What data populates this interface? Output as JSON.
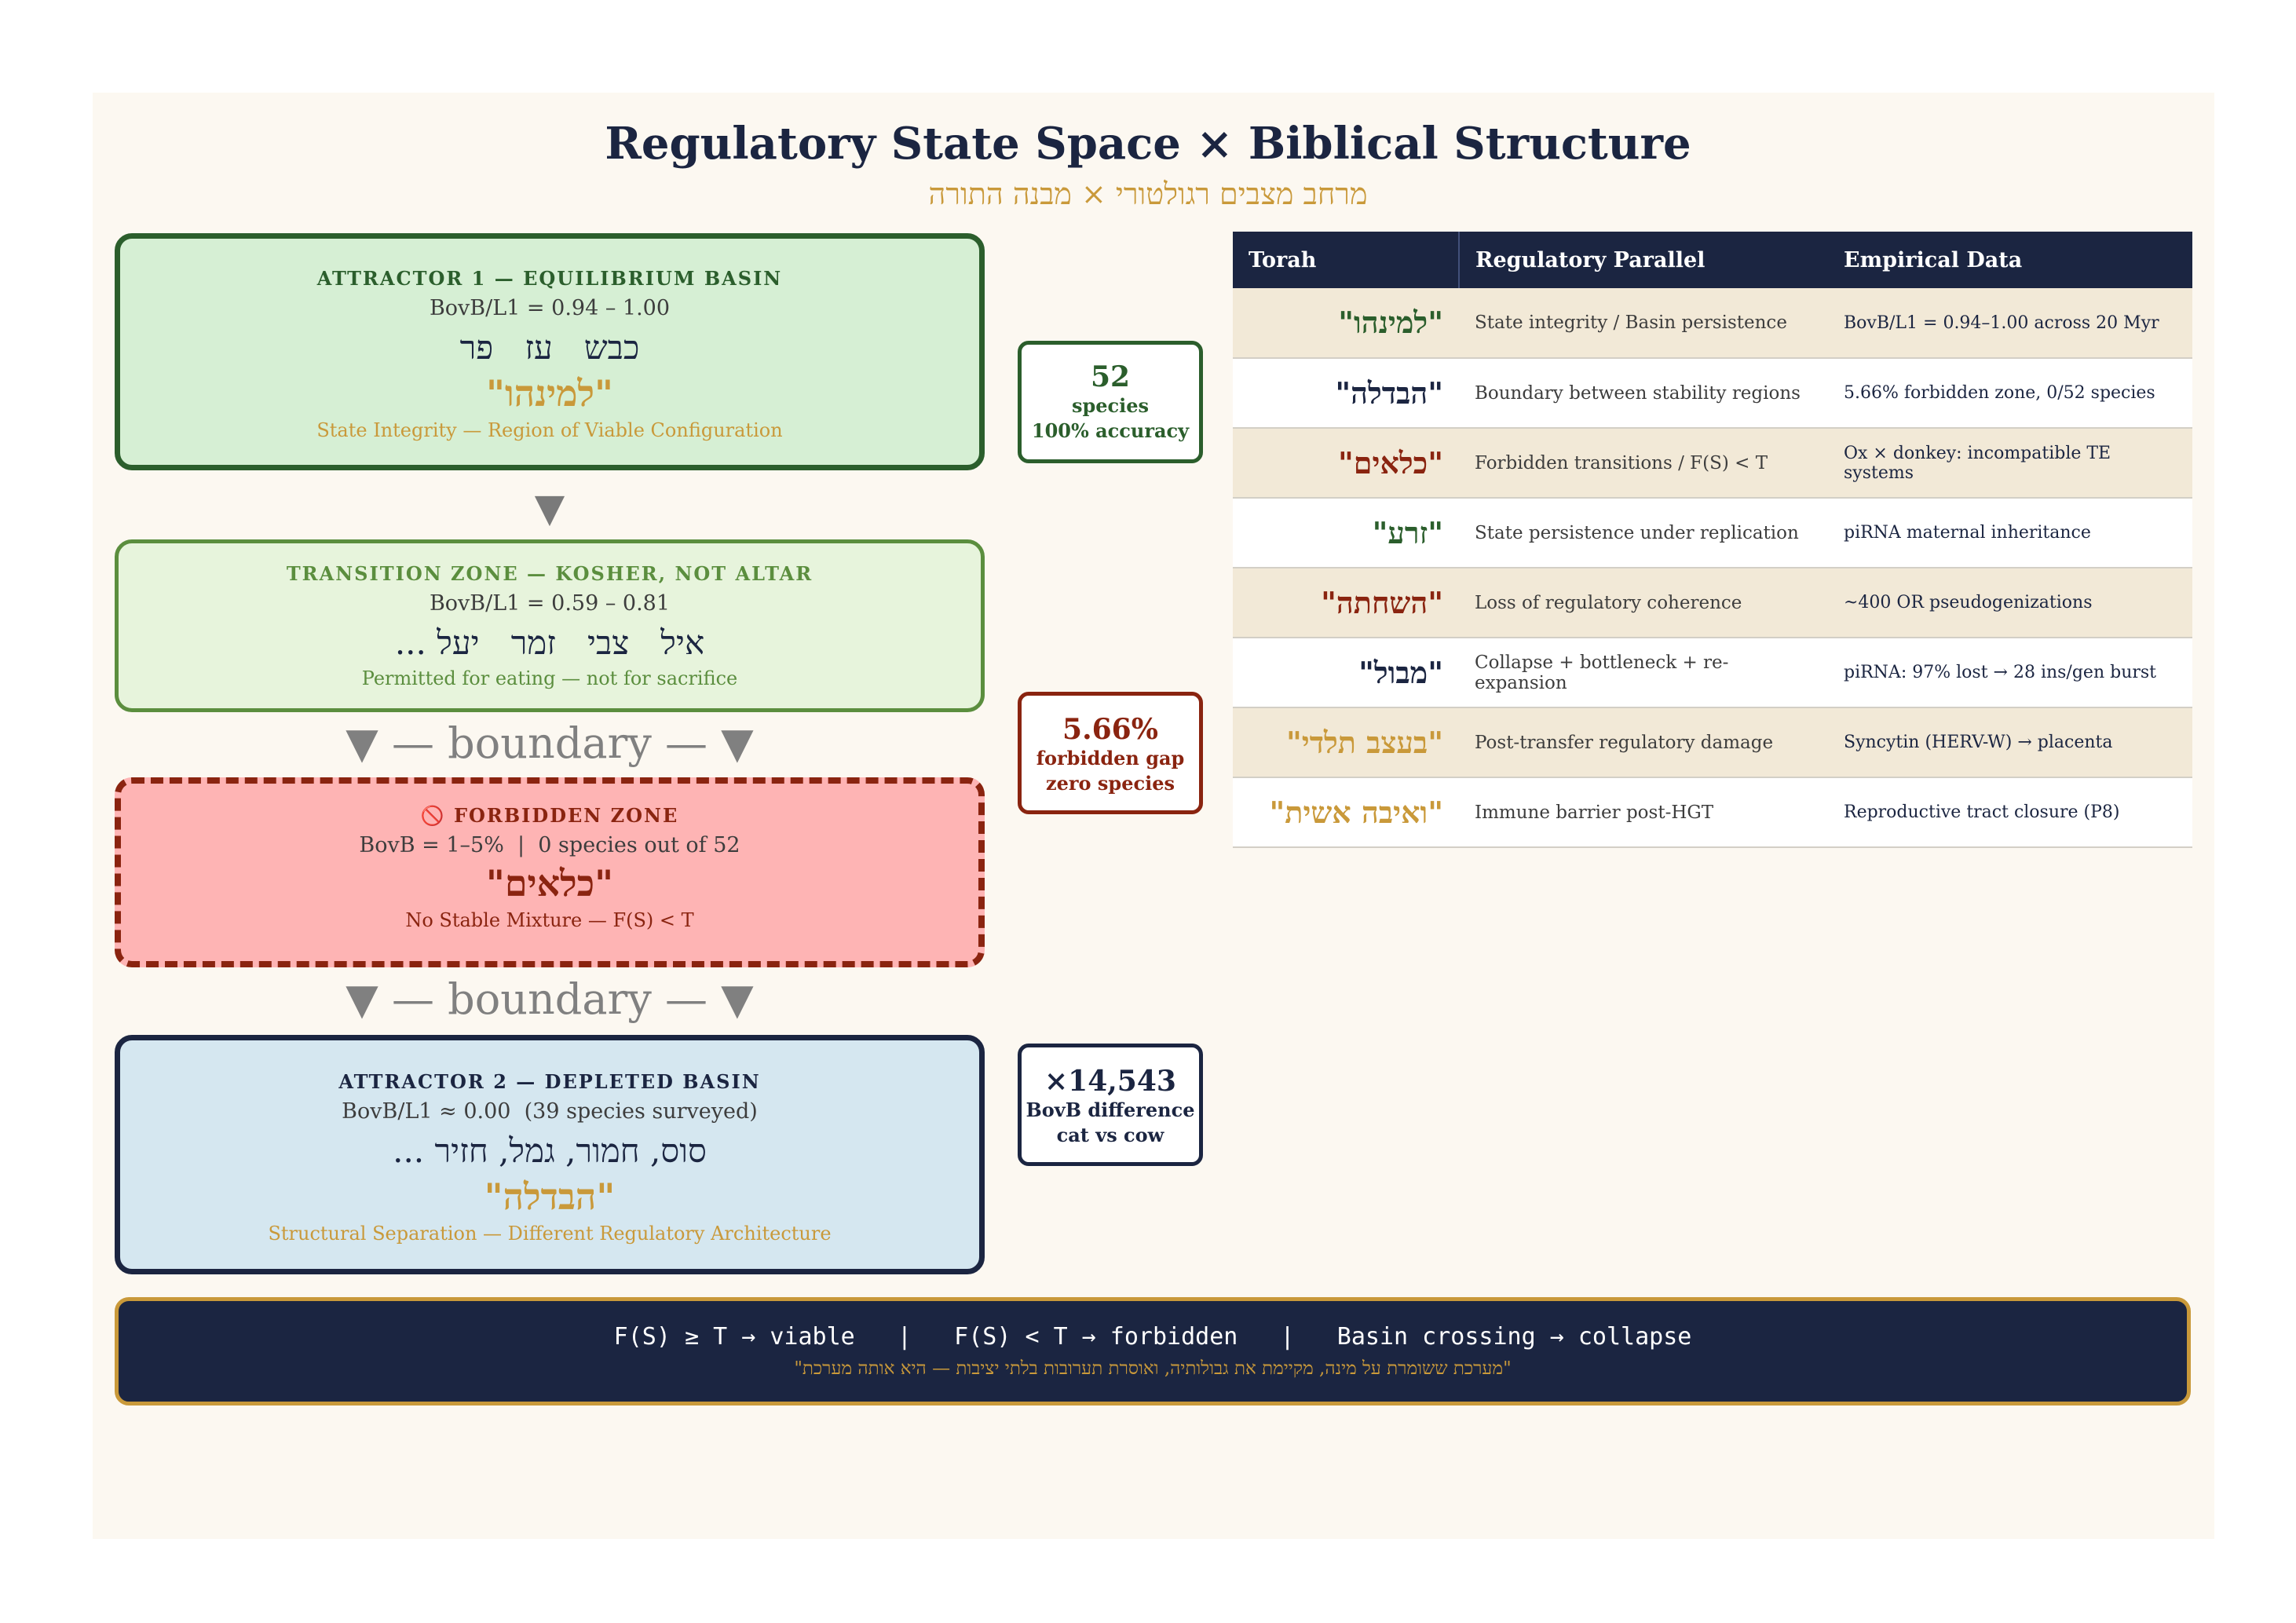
{
  "title": "Regulatory State Space × Biblical Structure",
  "subtitle": "מרחב מצבים רגולטורי × מבנה התורה",
  "attractor1": {
    "label": "ATTRACTOR 1 — EQUILIBRIUM BASIN",
    "value": "BovB/L1 = 0.94 – 1.00",
    "animals": "כבש   עז   פר",
    "term": "\"למינהו\"",
    "desc": "State Integrity — Region of Viable Configuration"
  },
  "arrow_down": "▼",
  "transition": {
    "label": "TRANSITION ZONE — KOSHER, NOT ALTAR",
    "value": "BovB/L1 = 0.59 – 0.81",
    "animals": "איל   צבי   זמר   יעל ...",
    "desc": "Permitted for eating — not for sacrifice"
  },
  "boundary1": "▼ — boundary — ▼",
  "forbidden": {
    "icon": "no-entry",
    "label": "🚫 FORBIDDEN ZONE",
    "value": "BovB = 1–5%  |  0 species out of 52",
    "term": "\"כלאים\"",
    "desc": "No Stable Mixture — F(S) < T"
  },
  "boundary2": "▼ — boundary — ▼",
  "attractor2": {
    "label": "ATTRACTOR 2 — DEPLETED BASIN",
    "value": "BovB/L1 ≈ 0.00  (39 species surveyed)",
    "animals": "סוס, חמור, גמל, חזיר ...",
    "term": "\"הבדלה\"",
    "desc": "Structural Separation — Different Regulatory Architecture"
  },
  "stats": [
    {
      "big": "52",
      "line1": "species",
      "line2": "100% accuracy"
    },
    {
      "big": "5.66%",
      "line1": "forbidden gap",
      "line2": "zero species"
    },
    {
      "big": "×14,543",
      "line1": "BovB difference",
      "line2": "cat vs cow"
    }
  ],
  "table": {
    "headers": [
      "Torah",
      "Regulatory Parallel",
      "Empirical Data"
    ],
    "rows": [
      {
        "torah": "\"למינהו\"",
        "color": "#2b5e2c",
        "parallel": "State integrity / Basin persistence",
        "empirical": "BovB/L1 = 0.94–1.00 across 20 Myr"
      },
      {
        "torah": "\"הבדלה\"",
        "color": "#1b2541",
        "parallel": "Boundary between stability regions",
        "empirical": "5.66% forbidden zone, 0/52 species"
      },
      {
        "torah": "\"כלאים\"",
        "color": "#8a2410",
        "parallel": "Forbidden transitions / F(S) < T",
        "empirical": "Ox × donkey: incompatible TE systems"
      },
      {
        "torah": "\"זרע\"",
        "color": "#2b5e2c",
        "parallel": "State persistence under replication",
        "empirical": "piRNA maternal inheritance"
      },
      {
        "torah": "\"השחתה\"",
        "color": "#8a2410",
        "parallel": "Loss of regulatory coherence",
        "empirical": "~400 OR pseudogenizations"
      },
      {
        "torah": "\"מבול\"",
        "color": "#1b2541",
        "parallel": "Collapse + bottleneck + re-expansion",
        "empirical": "piRNA: 97% lost → 28 ins/gen burst"
      },
      {
        "torah": "\"בעצב תלדי\"",
        "color": "#c9993a",
        "parallel": "Post-transfer regulatory damage",
        "empirical": "Syncytin (HERV-W) → placenta"
      },
      {
        "torah": "\"ואיבה אשית\"",
        "color": "#c9993a",
        "parallel": "Immune barrier post-HGT",
        "empirical": "Reproductive tract closure (P8)"
      }
    ]
  },
  "footer": {
    "laws": "F(S) ≥ T → viable   |   F(S) < T → forbidden   |   Basin crossing → collapse",
    "quote": "\"מערכת ששומרת על מינה, מקיימת את גבולותיה, ואוסרת תערובות בלתי יציבות — היא אותה מערכת\""
  }
}
